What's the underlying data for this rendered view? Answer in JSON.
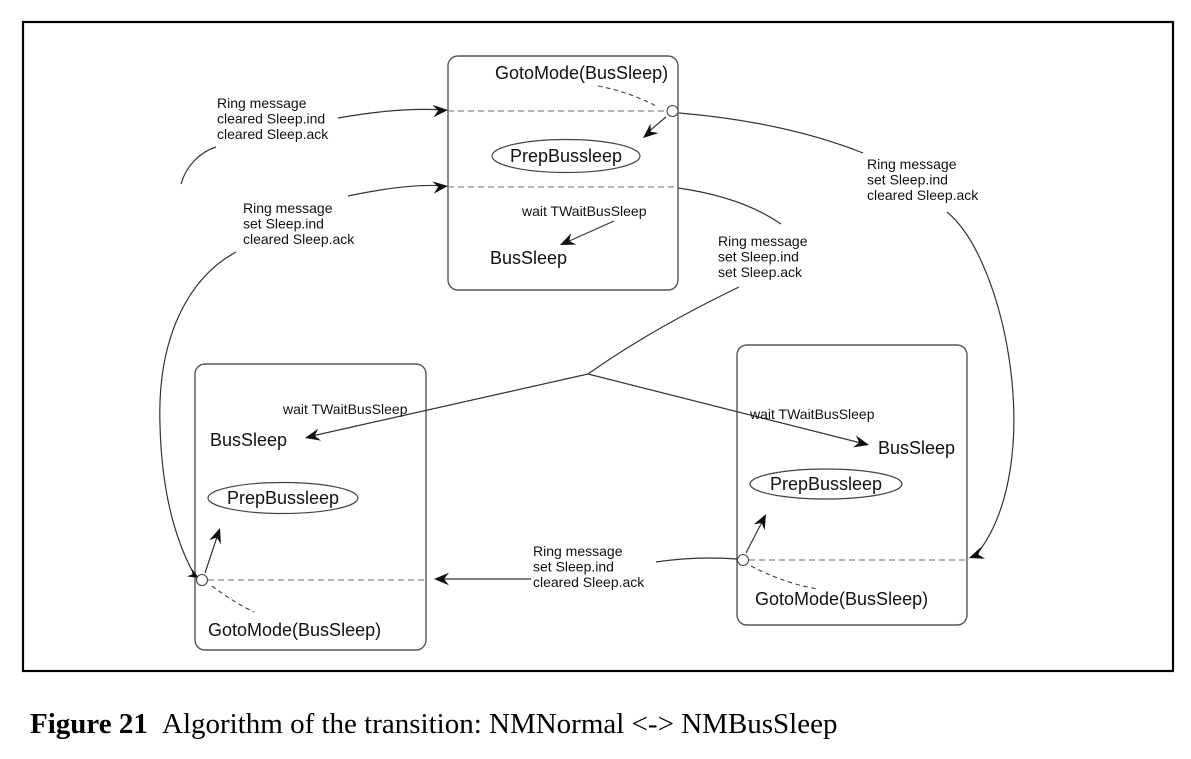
{
  "figure": {
    "caption_label": "Figure 21",
    "caption_text": "Algorithm of the transition: NMNormal <-> NMBusSleep"
  },
  "boxes": {
    "top": {
      "goto_mode": "GotoMode(BusSleep)",
      "prep_state": "PrepBussleep",
      "wait_label": "wait TWaitBusSleep",
      "sleep_state": "BusSleep"
    },
    "bottom_left": {
      "goto_mode": "GotoMode(BusSleep)",
      "prep_state": "PrepBussleep",
      "wait_label": "wait TWaitBusSleep",
      "sleep_state": "BusSleep"
    },
    "bottom_right": {
      "goto_mode": "GotoMode(BusSleep)",
      "prep_state": "PrepBussleep",
      "wait_label": "wait TWaitBusSleep",
      "sleep_state": "BusSleep"
    }
  },
  "transition_labels": {
    "enter_top_1": {
      "lines": [
        "Ring message",
        "cleared Sleep.ind",
        "cleared Sleep.ack"
      ]
    },
    "enter_top_2": {
      "lines": [
        "Ring message",
        "set Sleep.ind",
        "cleared Sleep.ack"
      ]
    },
    "top_to_right": {
      "lines": [
        "Ring message",
        "set Sleep.ind",
        "cleared Sleep.ack"
      ]
    },
    "fork_middle": {
      "lines": [
        "Ring message",
        "set Sleep.ind",
        "set Sleep.ack"
      ]
    },
    "right_to_left": {
      "lines": [
        "Ring message",
        "set Sleep.ind",
        "cleared Sleep.ack"
      ]
    }
  }
}
